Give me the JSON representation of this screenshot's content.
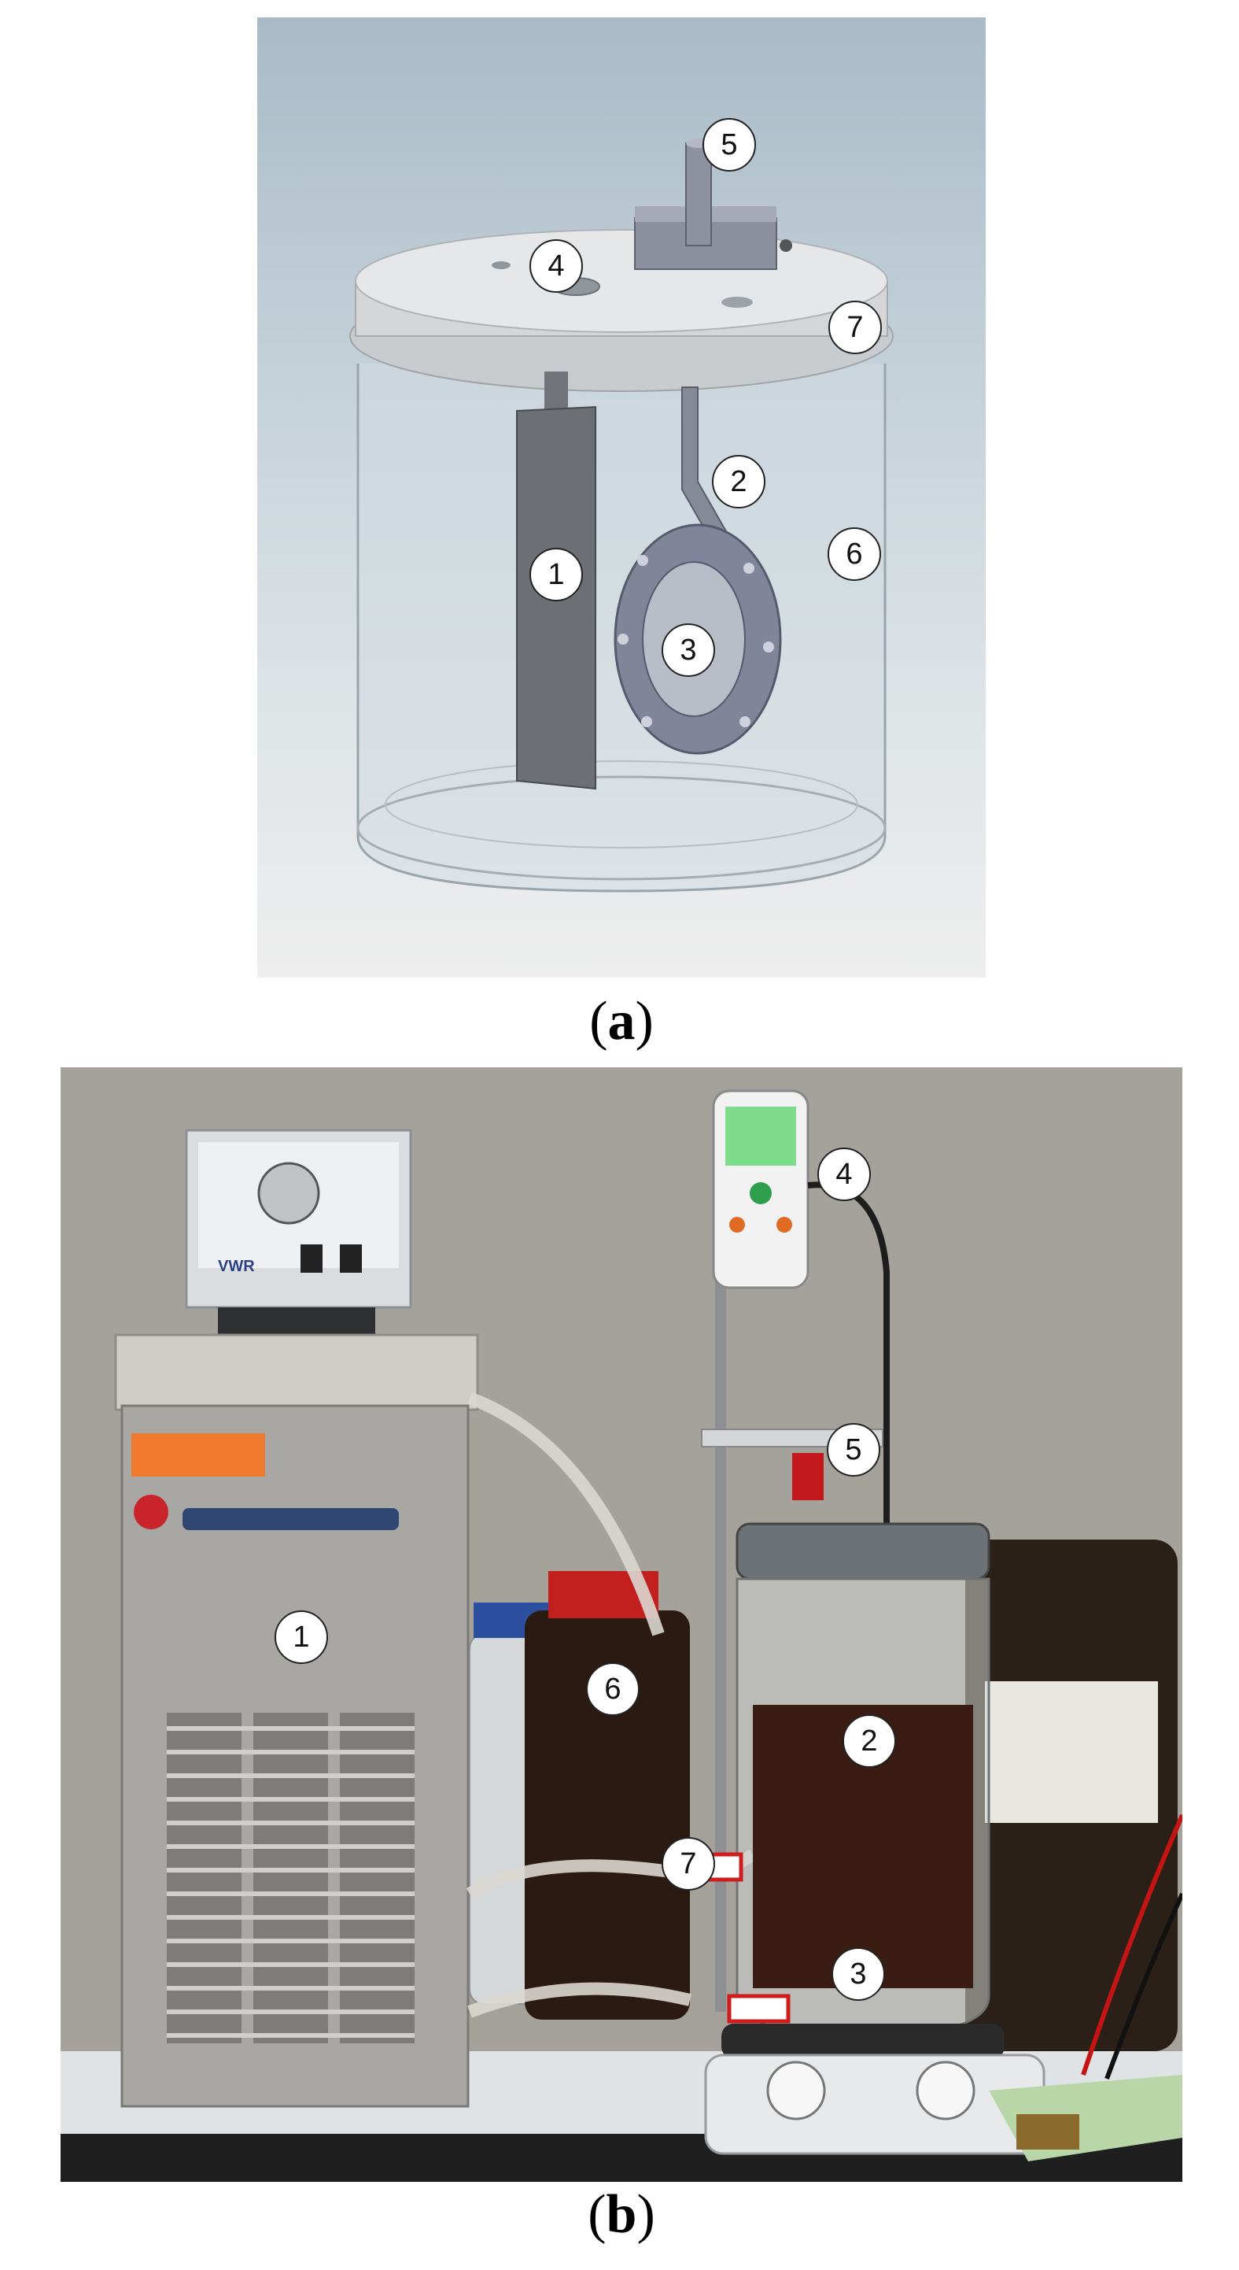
{
  "panel_a": {
    "caption_open": "(",
    "caption_letter": "a",
    "caption_close": ")",
    "markers": [
      "1",
      "2",
      "3",
      "4",
      "5",
      "6",
      "7"
    ]
  },
  "panel_b": {
    "caption_open": "(",
    "caption_letter": "b",
    "caption_close": ")",
    "markers": [
      "1",
      "2",
      "3",
      "4",
      "5",
      "6",
      "7"
    ],
    "chiller_brand": "VWR"
  },
  "colors": {
    "cad_background_top": "#a9bbc8",
    "cad_background_bottom": "#eeeeee",
    "photo_wall": "#a09c96",
    "electrolyte": "#3a1c12"
  }
}
